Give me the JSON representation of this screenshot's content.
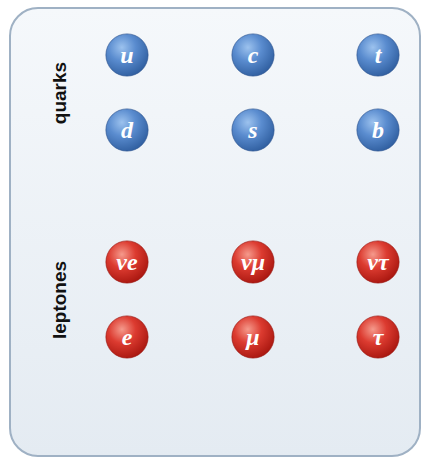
{
  "diagram": {
    "nodes": [
      {
        "text": [
          "u"
        ]
      },
      {
        "text": [
          "c"
        ]
      },
      {
        "text": [
          "t"
        ]
      },
      {
        "text": [
          "d"
        ]
      },
      {
        "text": [
          "s"
        ]
      },
      {
        "text": [
          "b"
        ]
      },
      {
        "text": [
          "νe"
        ]
      },
      {
        "text": [
          "νμ"
        ]
      },
      {
        "text": [
          "ντ"
        ]
      },
      {
        "text": [
          "e"
        ]
      },
      {
        "text": [
          "μ"
        ]
      },
      {
        "text": [
          "τ"
        ]
      }
    ],
    "labels": [
      "quarks",
      "leptones"
    ]
  }
}
